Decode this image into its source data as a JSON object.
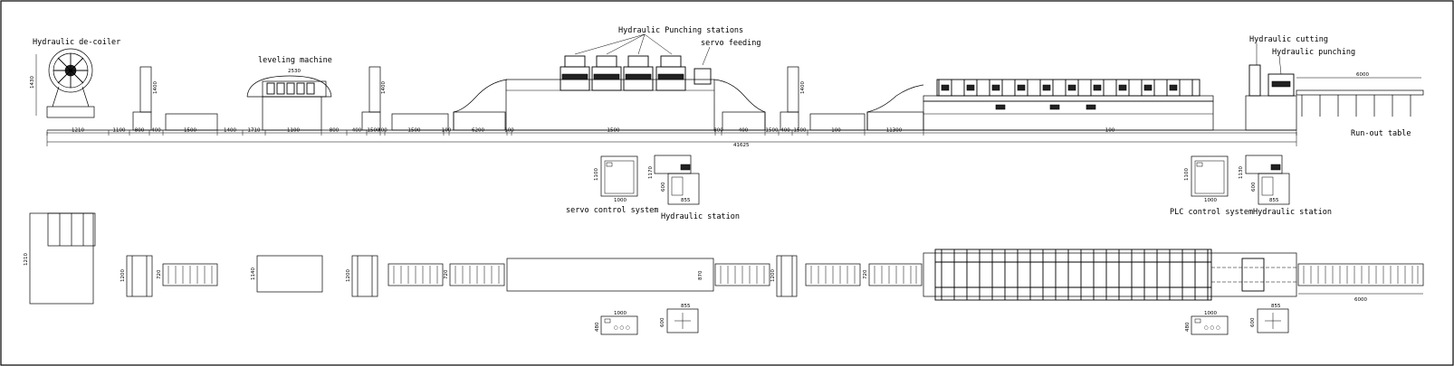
{
  "labels": {
    "decoiler": "Hydraulic de-coiler",
    "leveling": "leveling machine",
    "punching_stations": "Hydraulic Punching stations",
    "servo_feeding": "servo feeding",
    "hydraulic_cutting": "Hydraulic cutting",
    "hydraulic_punching": "Hydraulic punching",
    "runout_table": "Run-out table",
    "servo_control": "servo control system",
    "hydraulic_station_1": "Hydraulic station",
    "plc_control": "PLC control system",
    "hydraulic_station_2": "Hydraulic station"
  },
  "dims": {
    "decoiler_h": "1430",
    "leveling_w": "2530",
    "stand_h_1": "1400",
    "stand_h_2": "1400",
    "stand_h_3": "1400",
    "runout_len": "6000",
    "bottom": [
      "1210",
      "1100",
      "800",
      "400",
      "1500",
      "1400",
      "1710",
      "1100",
      "800",
      "400",
      "1500",
      "400",
      "1500",
      "100",
      "6200",
      "100",
      "1500",
      "800",
      "400",
      "1500",
      "400",
      "1500",
      "100",
      "11300",
      "100"
    ],
    "total": "41625",
    "servo_cab_h": "1100",
    "servo_cab_w": "1000",
    "hyd1_h_a": "1170",
    "hyd1_h_b": "600",
    "hyd1_w": "855",
    "plc_cab_h": "1100",
    "plc_cab_w": "1000",
    "hyd2_h_a": "1130",
    "hyd2_h_b": "600",
    "hyd2_w": "855",
    "plan_decoiler": "1210",
    "plan_w1": "1200",
    "plan_w2": "720",
    "plan_w3": "1140",
    "plan_w4": "1200",
    "plan_w5": "720",
    "plan_w6": "870",
    "plan_w7": "1200",
    "plan_w8": "720",
    "plan_runout": "6000",
    "plan_servo_w": "1000",
    "plan_servo_h": "480",
    "plan_hyd1_w": "855",
    "plan_hyd1_h": "600",
    "plan_plc_w": "1000",
    "plan_plc_h": "480",
    "plan_hyd2_w": "855",
    "plan_hyd2_h": "600"
  }
}
